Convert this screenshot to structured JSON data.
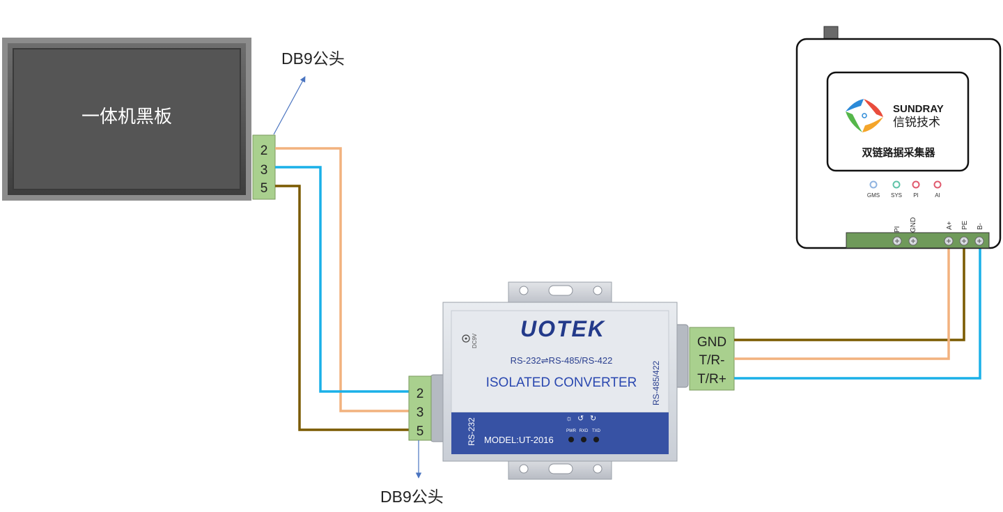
{
  "blackboard": {
    "label": "一体机黑板"
  },
  "db9_labels": {
    "top": "DB9公头",
    "bottom": "DB9公头"
  },
  "blackboard_terminal": {
    "pins": [
      "2",
      "3",
      "5"
    ]
  },
  "converter": {
    "brand": "UOTEK",
    "subtitle": "RS-232⇌RS-485/RS-422",
    "title": "ISOLATED CONVERTER",
    "model": "MODEL:UT-2016",
    "left_side_label": "RS-232",
    "right_side_label": "RS-485/422",
    "power_label": "DC9V",
    "led_labels": [
      "PWR",
      "RXD",
      "TXD"
    ],
    "terminal_pins": [
      "2",
      "3",
      "5"
    ]
  },
  "rs485_terminal": {
    "pins": [
      "GND",
      "T/R-",
      "T/R+"
    ]
  },
  "collector": {
    "brand": "SUNDRAY",
    "brand_cn": "信锐技术",
    "title": "双链路据采集器",
    "leds": [
      {
        "label": "GMS",
        "color": "#8fb3e0"
      },
      {
        "label": "SYS",
        "color": "#5fc3a8"
      },
      {
        "label": "PI",
        "color": "#e05a6e"
      },
      {
        "label": "AI",
        "color": "#e05a6e"
      }
    ],
    "ports": [
      "PI",
      "GND",
      "A+",
      "PE",
      "B-"
    ]
  },
  "wire_colors": {
    "orange": "#f2b27e",
    "blue": "#1ab0e8",
    "brown": "#7a5a00"
  }
}
